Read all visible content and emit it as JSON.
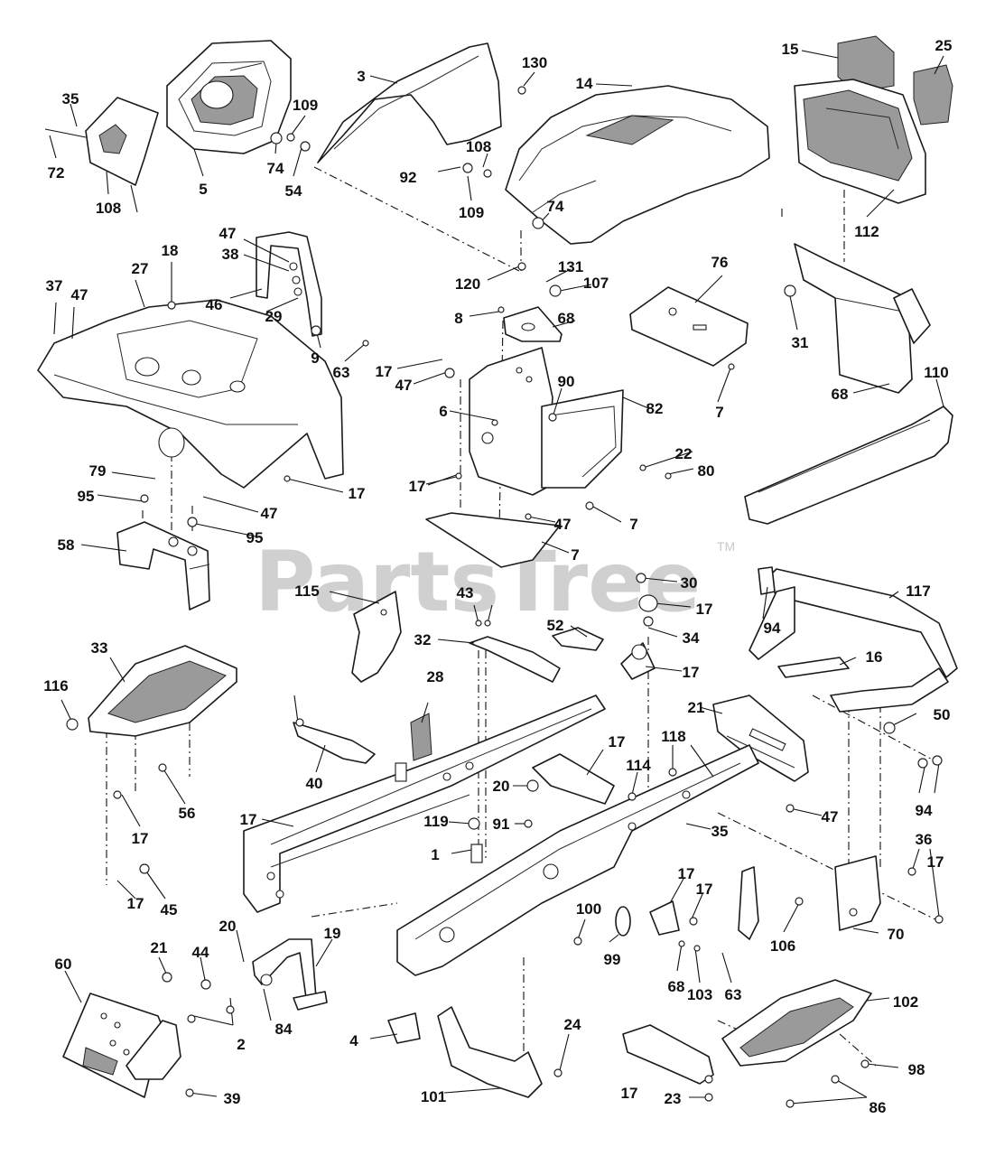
{
  "watermark": {
    "text": "PartsTree",
    "trademark": "TM"
  },
  "callouts": [
    "3",
    "130",
    "14",
    "15",
    "25",
    "35",
    "72",
    "5",
    "108",
    "74",
    "109",
    "54",
    "92",
    "108",
    "109",
    "74",
    "112",
    "18",
    "47",
    "38",
    "46",
    "29",
    "27",
    "37",
    "47",
    "120",
    "131",
    "107",
    "76",
    "8",
    "68",
    "31",
    "9",
    "63",
    "17",
    "47",
    "90",
    "82",
    "6",
    "7",
    "68",
    "110",
    "22",
    "80",
    "79",
    "95",
    "17",
    "47",
    "95",
    "17",
    "7",
    "47",
    "7",
    "58",
    "30",
    "17",
    "94",
    "117",
    "115",
    "43",
    "52",
    "32",
    "34",
    "17",
    "33",
    "28",
    "16",
    "116",
    "21",
    "50",
    "118",
    "17",
    "114",
    "40",
    "20",
    "56",
    "47",
    "94",
    "17",
    "119",
    "91",
    "35",
    "17",
    "1",
    "36",
    "17",
    "17",
    "17",
    "45",
    "17",
    "20",
    "19",
    "100",
    "99",
    "106",
    "70",
    "21",
    "44",
    "68",
    "103",
    "63",
    "60",
    "84",
    "2",
    "102",
    "4",
    "24",
    "101",
    "17",
    "98",
    "39",
    "23",
    "86",
    "17",
    "47"
  ]
}
